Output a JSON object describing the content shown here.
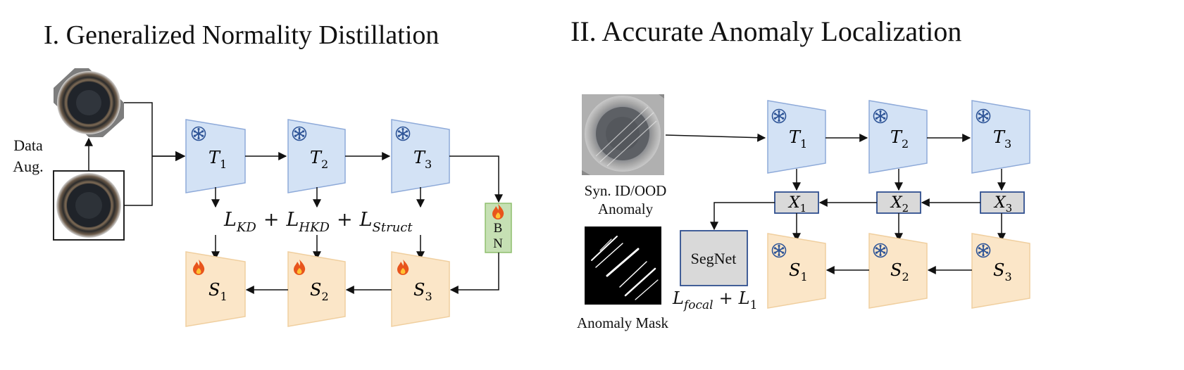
{
  "left": {
    "title": "I. Generalized Normality Distillation",
    "data_aug_label": [
      "Data",
      "Aug."
    ],
    "teachers": [
      {
        "letter": "T",
        "sub": "1"
      },
      {
        "letter": "T",
        "sub": "2"
      },
      {
        "letter": "T",
        "sub": "3"
      }
    ],
    "students": [
      {
        "letter": "S",
        "sub": "1"
      },
      {
        "letter": "S",
        "sub": "2"
      },
      {
        "letter": "S",
        "sub": "3"
      }
    ],
    "loss": {
      "kd_letter": "L",
      "kd_sub": "KD",
      "plus1": "+",
      "hkd_letter": "L",
      "hkd_sub": "HKD",
      "plus2": "+",
      "struct_letter": "L",
      "struct_sub": "Struct"
    },
    "bn_label": [
      "B",
      "N"
    ]
  },
  "right": {
    "title": "II. Accurate Anomaly Localization",
    "input_label": [
      "Syn. ID/OOD",
      "Anomaly"
    ],
    "mask_label": "Anomaly Mask",
    "teachers": [
      {
        "letter": "T",
        "sub": "1"
      },
      {
        "letter": "T",
        "sub": "2"
      },
      {
        "letter": "T",
        "sub": "3"
      }
    ],
    "fusion": [
      {
        "letter": "X",
        "sub": "1"
      },
      {
        "letter": "X",
        "sub": "2"
      },
      {
        "letter": "X",
        "sub": "3"
      }
    ],
    "students": [
      {
        "letter": "S",
        "sub": "1"
      },
      {
        "letter": "S",
        "sub": "2"
      },
      {
        "letter": "S",
        "sub": "3"
      }
    ],
    "segnet_label": "SegNet",
    "seg_loss": {
      "focal_letter": "L",
      "focal_sub": "focal",
      "plus": "+",
      "l1_letter": "L",
      "l1_sub": "1"
    }
  },
  "colors": {
    "teacher_fill": "#d3e2f5",
    "teacher_stroke": "#8eaad9",
    "student_fill": "#fbe6c8",
    "student_stroke": "#f0cf9f",
    "bn_fill": "#c6e0b4",
    "bn_stroke": "#8fbf6f",
    "fusion_fill": "#d9d9d9",
    "fusion_stroke": "#2f4f8f",
    "snowflake": "#2f5597",
    "flame": "#e8541c"
  },
  "icons": {
    "frozen": "snowflake-icon",
    "trainable": "flame-icon"
  }
}
